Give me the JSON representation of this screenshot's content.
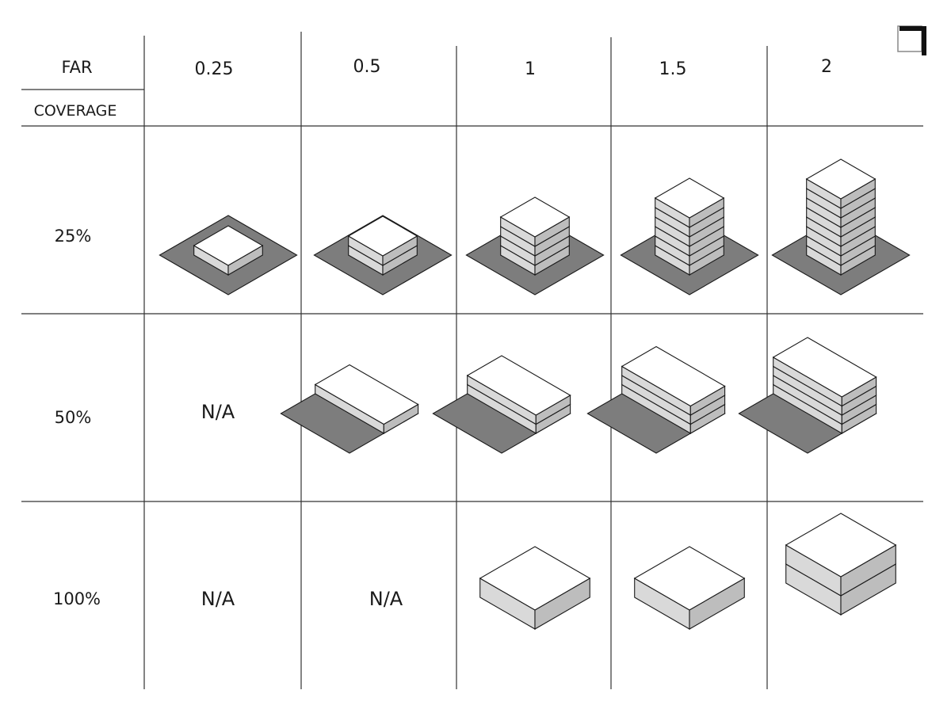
{
  "header": {
    "far_label": "FAR",
    "coverage_label": "COVERAGE"
  },
  "columns": [
    {
      "far_label": "0.25"
    },
    {
      "far_label": "0.5"
    },
    {
      "far_label": "1"
    },
    {
      "far_label": "1.5"
    },
    {
      "far_label": "2"
    }
  ],
  "rows": [
    {
      "coverage_label": "25%",
      "cells": [
        {
          "type": "massing",
          "footprint": "square",
          "floors": 1,
          "site": true
        },
        {
          "type": "massing",
          "footprint": "square",
          "floors": 2,
          "site": true
        },
        {
          "type": "massing",
          "footprint": "square",
          "floors": 4,
          "site": true
        },
        {
          "type": "massing",
          "footprint": "square",
          "floors": 6,
          "site": true
        },
        {
          "type": "massing",
          "footprint": "square",
          "floors": 8,
          "site": true
        }
      ]
    },
    {
      "coverage_label": "50%",
      "cells": [
        {
          "type": "na",
          "text": "N/A"
        },
        {
          "type": "massing",
          "footprint": "half",
          "floors": 1,
          "site": true
        },
        {
          "type": "massing",
          "footprint": "half",
          "floors": 2,
          "site": true
        },
        {
          "type": "massing",
          "footprint": "half",
          "floors": 3,
          "site": true
        },
        {
          "type": "massing",
          "footprint": "half",
          "floors": 4,
          "site": true
        }
      ]
    },
    {
      "coverage_label": "100%",
      "cells": [
        {
          "type": "na",
          "text": "N/A"
        },
        {
          "type": "na",
          "text": "N/A"
        },
        {
          "type": "massing",
          "footprint": "full",
          "floors": 1,
          "site": false
        },
        {
          "type": "massing",
          "footprint": "full",
          "floors": 1,
          "site": false
        },
        {
          "type": "massing",
          "footprint": "full",
          "floors": 2,
          "site": false
        }
      ]
    }
  ],
  "colors": {
    "site": "#7d7d7d",
    "roof": "#ffffff",
    "left_face": "#d9d9d9",
    "right_face": "#bdbdbd",
    "line": "#1a1a1a",
    "grid": "#333333"
  },
  "corner_icon": "corner-bracket-icon"
}
